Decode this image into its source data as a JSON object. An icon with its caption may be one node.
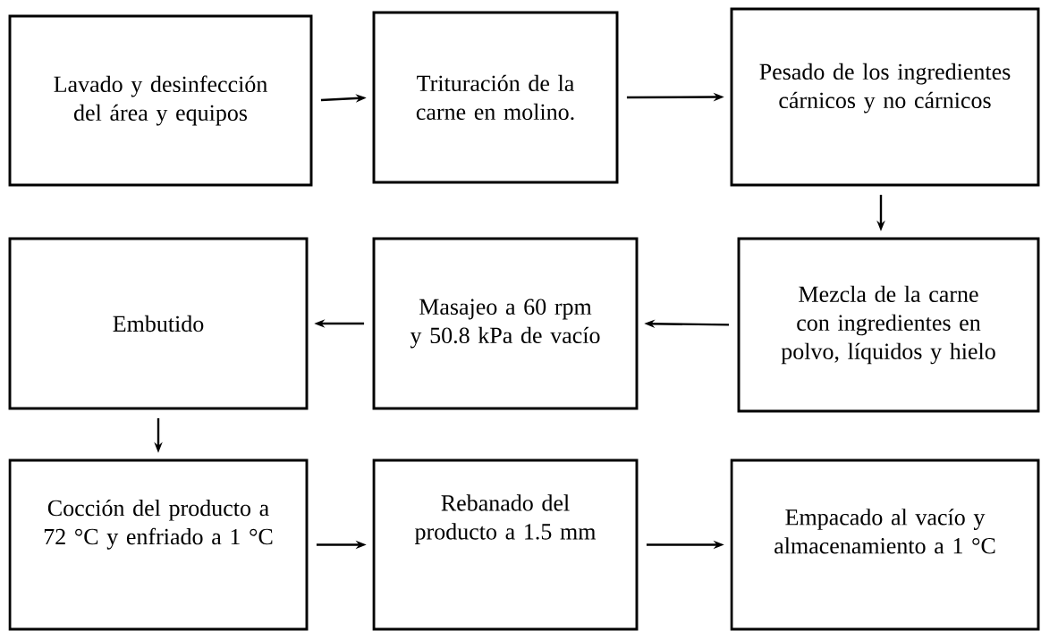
{
  "diagram": {
    "nodes": [
      {
        "text": [
          "Lavado y desinfección del área y equipos"
        ]
      },
      {
        "text": [
          "Trituración de la carne en molino."
        ]
      },
      {
        "text": [
          "Pesado de los ingredientes cárnicos y no cárnicos"
        ]
      },
      {
        "text": [
          "Embutido"
        ]
      },
      {
        "text": [
          "Masajeo a 60 rpm y 50.8 kPa de vacío"
        ]
      },
      {
        "text": [
          "Mezcla de la carne con ingredientes en polvo, líquidos y hielo"
        ]
      },
      {
        "text": [
          "Cocción del producto a 72 °C y enfriado a 1 °C"
        ]
      },
      {
        "text": [
          "Rebanado del producto a 1.5 mm"
        ]
      },
      {
        "text": [
          "Empacado al vacío y almacenamiento a 1 °C"
        ]
      }
    ],
    "edges": [
      {
        "from": 0,
        "to": 1,
        "arrow": "to"
      },
      {
        "from": 1,
        "to": 2,
        "arrow": "to"
      },
      {
        "from": 2,
        "to": 5,
        "arrow": "to"
      },
      {
        "from": 5,
        "to": 4,
        "arrow": "to"
      },
      {
        "from": 4,
        "to": 3,
        "arrow": "to"
      },
      {
        "from": 3,
        "to": 6,
        "arrow": "to"
      },
      {
        "from": 6,
        "to": 7,
        "arrow": "to"
      },
      {
        "from": 7,
        "to": 8,
        "arrow": "to"
      }
    ]
  }
}
